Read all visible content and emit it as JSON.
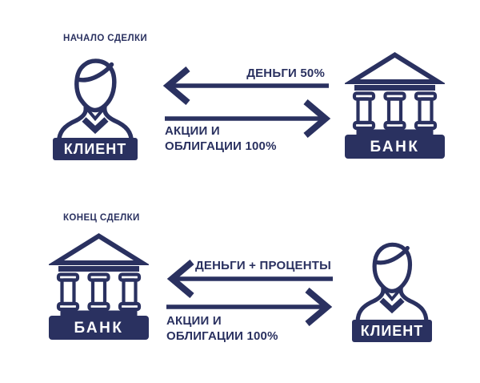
{
  "colors": {
    "navy": "#2a3160",
    "background": "#ffffff",
    "label_text": "#ffffff"
  },
  "sections": [
    {
      "label": "НАЧАЛО СДЕЛКИ",
      "left_actor": {
        "type": "person",
        "label": "КЛИЕНТ"
      },
      "right_actor": {
        "type": "bank",
        "label": "БАНК"
      },
      "arrows": [
        {
          "direction": "left",
          "label": "ДЕНЬГИ 50%"
        },
        {
          "direction": "right",
          "label": "АКЦИИ  И\nОБЛИГАЦИИ 100%"
        }
      ]
    },
    {
      "label": "КОНЕЦ СДЕЛКИ",
      "left_actor": {
        "type": "bank",
        "label": "БАНК"
      },
      "right_actor": {
        "type": "person",
        "label": "КЛИЕНТ"
      },
      "arrows": [
        {
          "direction": "left",
          "label": "ДЕНЬГИ + ПРОЦЕНТЫ"
        },
        {
          "direction": "right",
          "label": "АКЦИИ  И\nОБЛИГАЦИИ 100%"
        }
      ]
    }
  ]
}
